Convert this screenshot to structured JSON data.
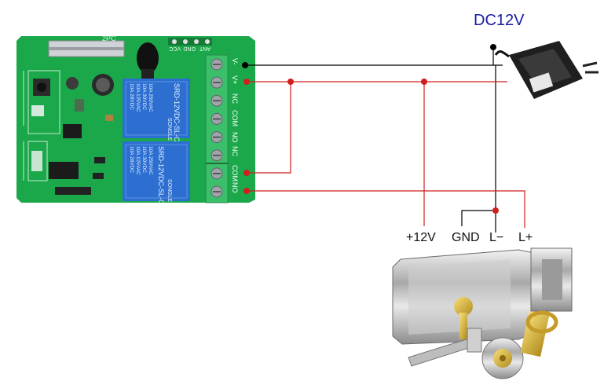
{
  "power": {
    "label": "DC12V",
    "label_color": "#1a1aa6"
  },
  "board": {
    "header_pins": [
      "ANT",
      "GND",
      "VCC"
    ],
    "model_text": "2PC",
    "terminals": [
      "V-",
      "V+",
      "NC",
      "COM",
      "NO",
      "NC",
      "COM",
      "NO"
    ],
    "relays": [
      {
        "model": "SRD-12VDC-SL-C",
        "ratings": [
          "10A 250VAC",
          "10A 30VDC",
          "10A 125VAC",
          "10A 28VDC"
        ],
        "brand": "SONGLE"
      },
      {
        "model": "SRD-12VDC-SL-C",
        "ratings": [
          "10A 250VAC",
          "10A 30VDC",
          "10A 125VAC",
          "10A 28VDC"
        ],
        "brand": "SONGLE"
      }
    ]
  },
  "lock": {
    "terminals": [
      "+12V",
      "GND",
      "L−",
      "L+"
    ]
  },
  "colors": {
    "wire_dc_negative": "#000000",
    "wire_positive": "#d11f1f",
    "junction_dot": "#d11f1f",
    "board_pcb": "#1aa84a",
    "terminal_block": "#3cbf6a",
    "relay_body": "#2c6fd1"
  }
}
